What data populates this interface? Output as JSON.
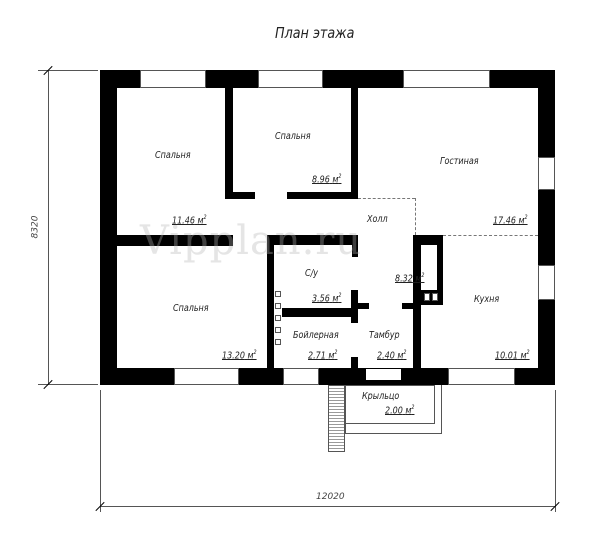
{
  "title": "План этажа",
  "watermark": "Vipplan.ru",
  "rooms": [
    {
      "name": "Спальня",
      "area": "11.46"
    },
    {
      "name": "Спальня",
      "area": "8.96"
    },
    {
      "name": "Гостиная",
      "area": "17.46"
    },
    {
      "name": "Холл",
      "area": "8.32"
    },
    {
      "name": "Спальня",
      "area": "13.20"
    },
    {
      "name": "С/у",
      "area": "3.56"
    },
    {
      "name": "Бойлерная",
      "area": "2.71"
    },
    {
      "name": "Тамбур",
      "area": "2.40"
    },
    {
      "name": "Кухня",
      "area": "10.01"
    },
    {
      "name": "Крыльцо",
      "area": "2.00"
    }
  ],
  "unit": "м",
  "unit_power": "2",
  "dimensions": {
    "height": "8320",
    "width": "12020"
  }
}
